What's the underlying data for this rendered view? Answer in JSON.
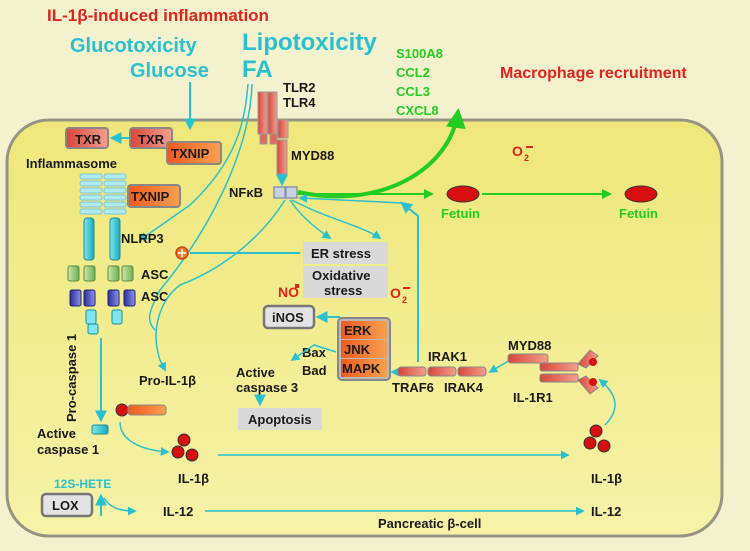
{
  "header": {
    "il1b_inflammation": "IL-1β-induced inflammation",
    "glucotoxicity": "Glucotoxicity",
    "glucose": "Glucose",
    "lipotoxicity": "Lipotoxicity",
    "fa": "FA",
    "macrophage_recruitment": "Macrophage recruitment"
  },
  "chemokines": [
    "S100A8",
    "CCL2",
    "CCL3",
    "CXCL8"
  ],
  "receptors": {
    "tlr2": "TLR2",
    "tlr4": "TLR4",
    "myd88_top": "MYD88",
    "myd88_right": "MYD88",
    "il1r1": "IL-1R1"
  },
  "nodes": {
    "txr_outer": "TXR",
    "txr_inner": "TXR",
    "txnip_top": "TXNIP",
    "txnip_inner": "TXNIP",
    "inflammasome": "Inflammasome",
    "nlrp3": "NLRP3",
    "asc1": "ASC",
    "asc2": "ASC",
    "procaspase1": "Pro-caspase 1",
    "active_caspase1_a": "Active",
    "active_caspase1_b": "caspase 1",
    "nfkb": "NFκB",
    "fetuin_inside": "Fetuin",
    "fetuin_outside": "Fetuin",
    "er_stress": "ER stress",
    "oxidative_stress_a": "Oxidative",
    "oxidative_stress_b": "stress",
    "no": "NO",
    "o2_mid": "O",
    "o2_top": "O",
    "inos": "iNOS",
    "erk": "ERK",
    "jnk": "JNK",
    "mapk": "MAPK",
    "bax": "Bax",
    "bad": "Bad",
    "active_caspase3_a": "Active",
    "active_caspase3_b": "caspase 3",
    "apoptosis": "Apoptosis",
    "irak1": "IRAK1",
    "traf6": "TRAF6",
    "irak4": "IRAK4",
    "pro_il1b": "Pro-IL-1β",
    "il1b_inside": "IL-1β",
    "il1b_outside": "IL-1β",
    "hete": "12S-HETE",
    "lox": "LOX",
    "il12_inside": "IL-12",
    "il12_outside": "IL-12",
    "cell_label": "Pancreatic β-cell"
  },
  "colors": {
    "background": "#f4f2ce",
    "cell_fill": "#f2ec86",
    "cell_border": "#969482",
    "red_text": "#e0231b",
    "cyan": "#29c1cf",
    "green": "#22cc22",
    "protein_red": "#e5665a",
    "protein_orange": "#f07a28",
    "box_gray": "#d9d9d9"
  }
}
